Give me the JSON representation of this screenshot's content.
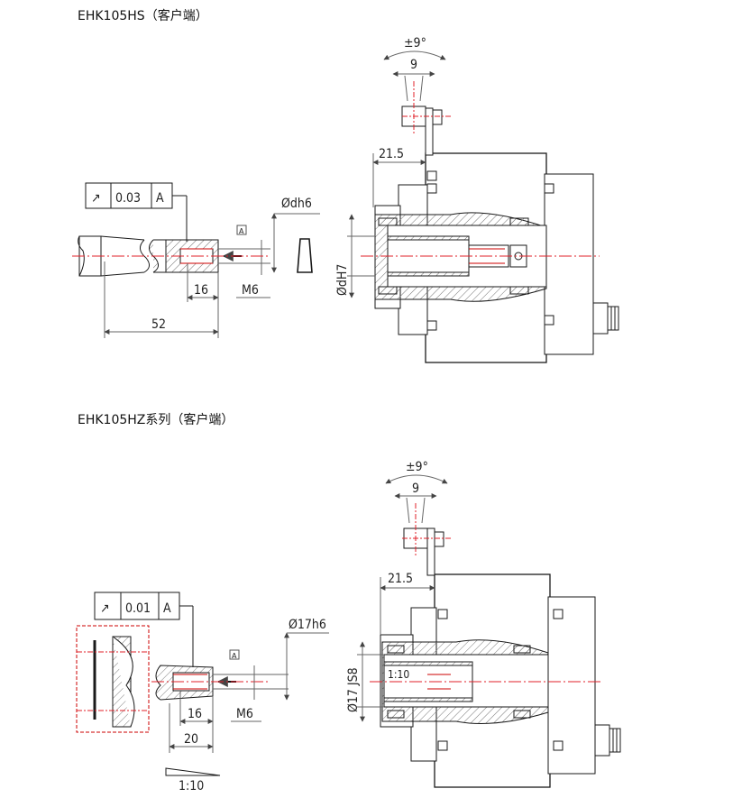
{
  "titles": {
    "top": "EHK105HS（客户端）",
    "bottom": "EHK105HZ系列（客户端）"
  },
  "top_drawing": {
    "tolerance_frame": {
      "symbol": "↗",
      "value": "0.03",
      "datum": "A"
    },
    "datum_label": "A",
    "dims": {
      "shaft_diameter": "Ødh6",
      "bore_diameter": "ØdH7",
      "thread": "M6",
      "depth": "16",
      "length": "52",
      "offset": "21.5",
      "angle": "±9°",
      "angle_value": "9"
    }
  },
  "bottom_drawing": {
    "tolerance_frame": {
      "symbol": "↗",
      "value": "0.01",
      "datum": "A"
    },
    "datum_label": "A",
    "dims": {
      "shaft_diameter": "Ø17h6",
      "bore_diameter": "Ø17 JS8",
      "thread": "M6",
      "depth": "16",
      "length": "20",
      "taper_inner": "1:10",
      "taper_note": "1:10",
      "offset": "21.5",
      "angle": "±9°",
      "angle_value": "9"
    }
  },
  "colors": {
    "line": "#1a1a1a",
    "centerline": "#e0202a",
    "dimline": "#666666",
    "hatch": "#555555"
  }
}
